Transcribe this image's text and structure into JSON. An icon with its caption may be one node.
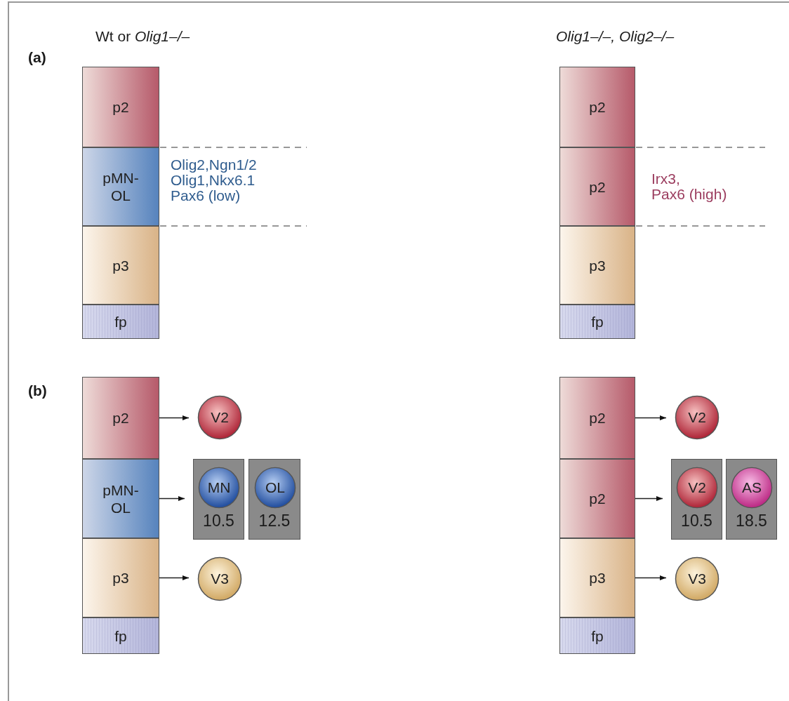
{
  "diagram": {
    "nodes": [
      {
        "text": [
          "p2"
        ]
      },
      {
        "text": [
          "pMN- OL"
        ],
        "beside": [
          "Olig2,Ngn1/2 Olig1,Nkx6.1 Pax6 (low)"
        ]
      },
      {
        "text": [
          "p3"
        ]
      },
      {
        "text": [
          "fp"
        ]
      },
      {
        "text": [
          "p2"
        ]
      },
      {
        "text": [
          "p2"
        ],
        "beside": [
          "Irx3, Pax6 (high)"
        ]
      },
      {
        "text": [
          "p3"
        ]
      },
      {
        "text": [
          "fp"
        ]
      },
      {
        "text": [
          "p2"
        ]
      },
      {
        "text": [
          "pMN- OL"
        ]
      },
      {
        "text": [
          "p3"
        ]
      },
      {
        "text": [
          "fp"
        ]
      },
      {
        "text": [
          "V2"
        ]
      },
      {
        "text": [
          "10.5"
        ]
      },
      {
        "text": [
          "MN"
        ],
        "in": 13
      },
      {
        "text": [
          "12.5"
        ]
      },
      {
        "text": [
          "OL"
        ],
        "in": 15
      },
      {
        "text": [
          "V3"
        ]
      },
      {
        "text": [
          "p2"
        ]
      },
      {
        "text": [
          "p2"
        ]
      },
      {
        "text": [
          "p3"
        ]
      },
      {
        "text": [
          "fp"
        ]
      },
      {
        "text": [
          "V2"
        ]
      },
      {
        "text": [
          "10.5"
        ]
      },
      {
        "text": [
          "V2"
        ],
        "in": 23
      },
      {
        "text": [
          "18.5"
        ]
      },
      {
        "text": [
          "AS"
        ],
        "in": 25
      },
      {
        "text": [
          "V3"
        ]
      }
    ],
    "edges": [
      {
        "from": 8,
        "to": 12,
        "arrow": "to"
      },
      {
        "from": 9,
        "to": 13,
        "arrow": "to"
      },
      {
        "from": 10,
        "to": 17,
        "arrow": "to"
      },
      {
        "from": 18,
        "to": 22,
        "arrow": "to"
      },
      {
        "from": 19,
        "to": 23,
        "arrow": "to"
      },
      {
        "from": 20,
        "to": 27,
        "arrow": "to"
      }
    ],
    "labels": [
      "Wt or *Olig1–/–*",
      "Olig1–/–, Olig2–/–",
      "(a)",
      "(b)"
    ]
  }
}
